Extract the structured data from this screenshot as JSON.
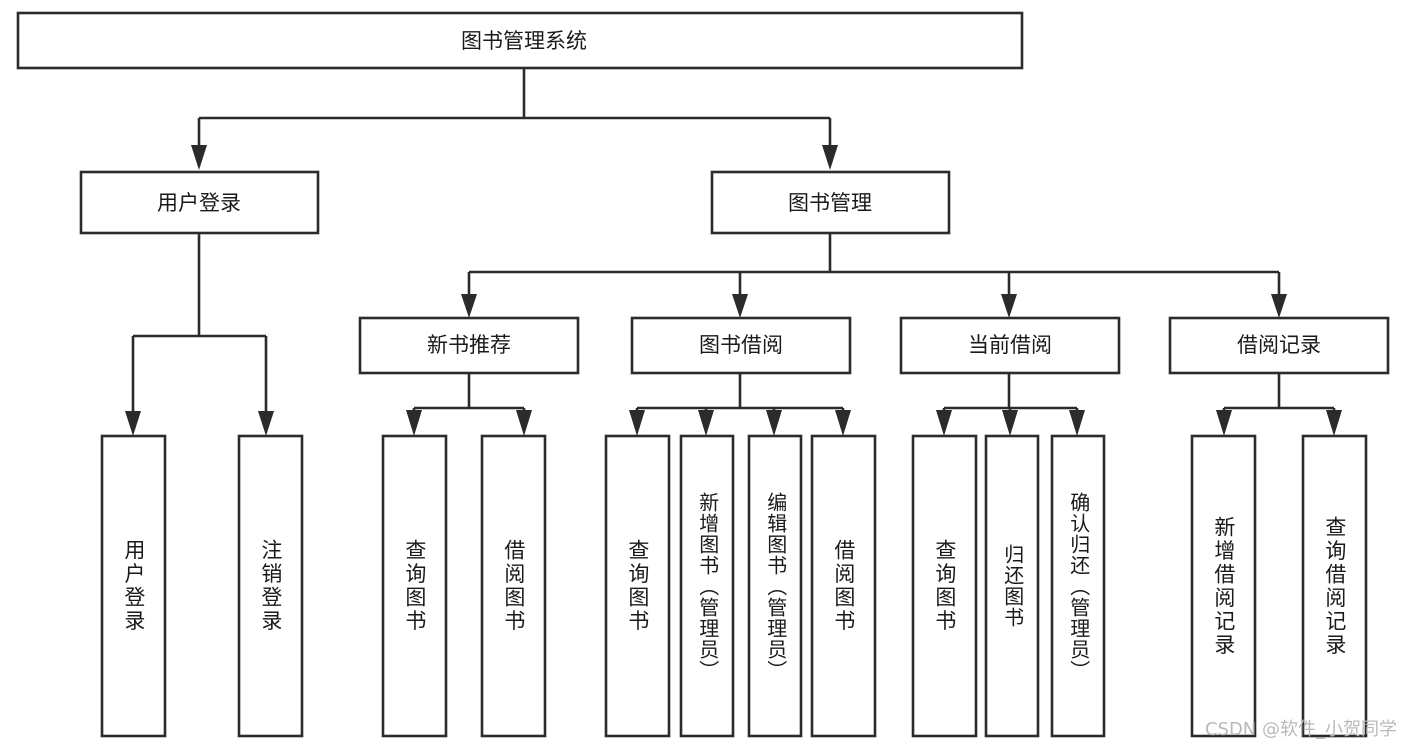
{
  "diagram": {
    "type": "tree",
    "orientation": "top-down",
    "watermark": "CSDN @软件_小贺同学",
    "colors": {
      "stroke": "#2b2b2b",
      "fill": "#ffffff",
      "text": "#1a1a1a",
      "background": "#ffffff",
      "watermark": "#b9b9b9"
    },
    "root": {
      "label": "图书管理系统"
    },
    "level1": [
      {
        "label": "用户登录"
      },
      {
        "label": "图书管理"
      }
    ],
    "level2": [
      {
        "label": "新书推荐"
      },
      {
        "label": "图书借阅"
      },
      {
        "label": "当前借阅"
      },
      {
        "label": "借阅记录"
      }
    ],
    "leaves": {
      "user_login": [
        {
          "label": "用户登录"
        },
        {
          "label": "注销登录"
        }
      ],
      "new_book_recommend": [
        {
          "label": "查询图书"
        },
        {
          "label": "借阅图书"
        }
      ],
      "book_borrow": [
        {
          "label": "查询图书"
        },
        {
          "label": "新增图书（管理员）"
        },
        {
          "label": "编辑图书（管理员）"
        },
        {
          "label": "借阅图书"
        }
      ],
      "current_borrow": [
        {
          "label": "查询图书"
        },
        {
          "label": "归还图书"
        },
        {
          "label": "确认归还（管理员）"
        }
      ],
      "borrow_record": [
        {
          "label": "新增借阅记录"
        },
        {
          "label": "查询借阅记录"
        }
      ]
    }
  }
}
